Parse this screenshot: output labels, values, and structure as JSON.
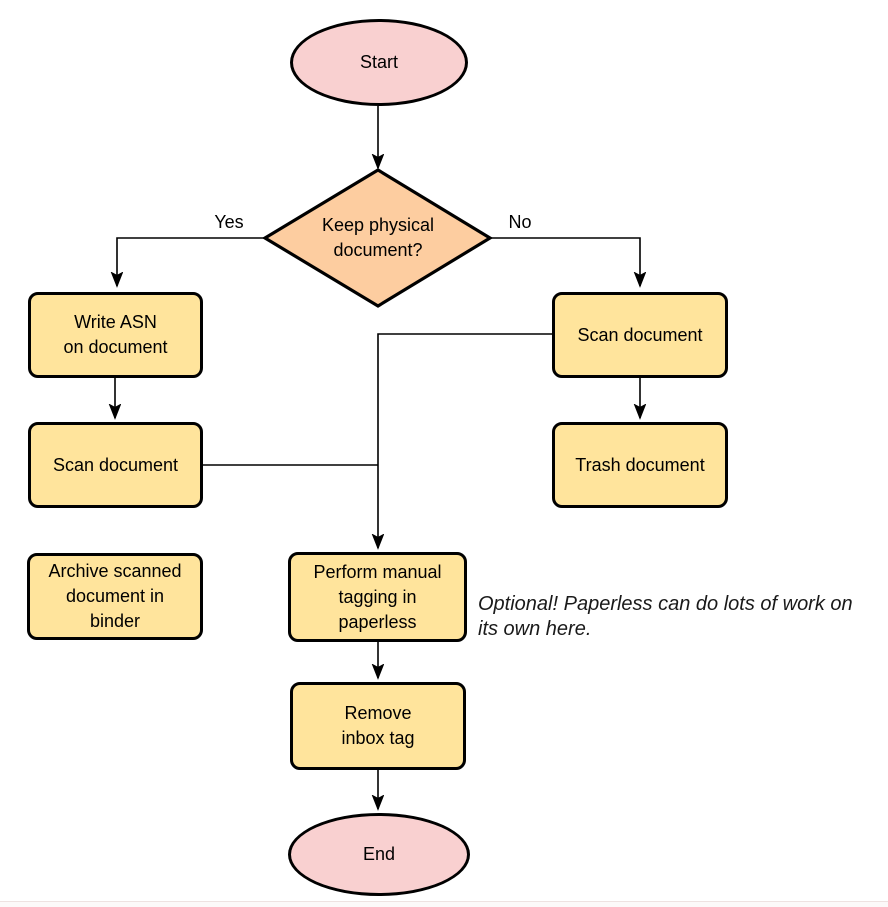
{
  "colors": {
    "terminal_fill": "#f9d0d0",
    "decision_fill": "#fdcda0",
    "process_fill": "#ffe49c",
    "stroke_color": "#000000"
  },
  "nodes": {
    "start": {
      "label": "Start"
    },
    "decision": {
      "label": "Keep physical\ndocument?"
    },
    "write_asn": {
      "label": "Write ASN\non document"
    },
    "scan_left": {
      "label": "Scan document"
    },
    "archive": {
      "label": "Archive scanned\ndocument in\nbinder"
    },
    "scan_right": {
      "label": "Scan document"
    },
    "trash": {
      "label": "Trash document"
    },
    "tagging": {
      "label": "Perform manual\ntagging in\npaperless"
    },
    "remove_inbox": {
      "label": "Remove\ninbox tag"
    },
    "end": {
      "label": "End"
    }
  },
  "edges": {
    "yes_label": "Yes",
    "no_label": "No"
  },
  "annotation": {
    "text": "Optional! Paperless can do lots of work on\nits own here."
  }
}
